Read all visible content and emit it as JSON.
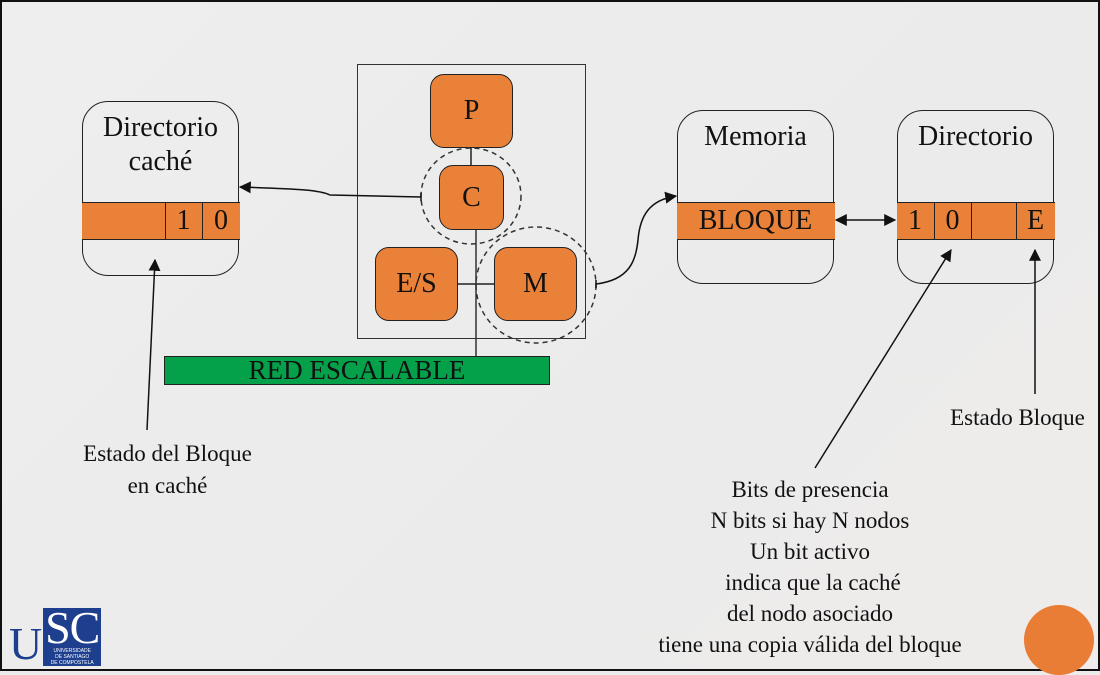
{
  "colors": {
    "orange": "#ea8138",
    "green": "#05a04a",
    "background": "#ececec",
    "usc_blue": "#1d3f8e"
  },
  "cache_directory": {
    "title_line1": "Directorio",
    "title_line2": "caché",
    "bits": [
      "",
      "1",
      "0"
    ],
    "annotation_line1": "Estado  del Bloque",
    "annotation_line2": "en caché"
  },
  "node": {
    "processor": "P",
    "cache": "C",
    "io": "E/S",
    "memory": "M"
  },
  "network": {
    "label": "RED ESCALABLE"
  },
  "memory": {
    "title": "Memoria",
    "block": "BLOQUE"
  },
  "directory": {
    "title": "Directorio",
    "cells": [
      "1",
      "0",
      "",
      "E"
    ],
    "state_annotation": "Estado Bloque",
    "presence_annotation": [
      "Bits de presencia",
      "N bits si hay N nodos",
      "Un bit activo",
      " indica que la caché",
      "del nodo asociado",
      "tiene una copia válida del bloque"
    ]
  },
  "logo": {
    "letters_left": "U",
    "letters_box": "SC",
    "subtitle_lines": [
      "UNIVERSIDADE",
      "DE SANTIAGO",
      "DE COMPOSTELA"
    ]
  }
}
